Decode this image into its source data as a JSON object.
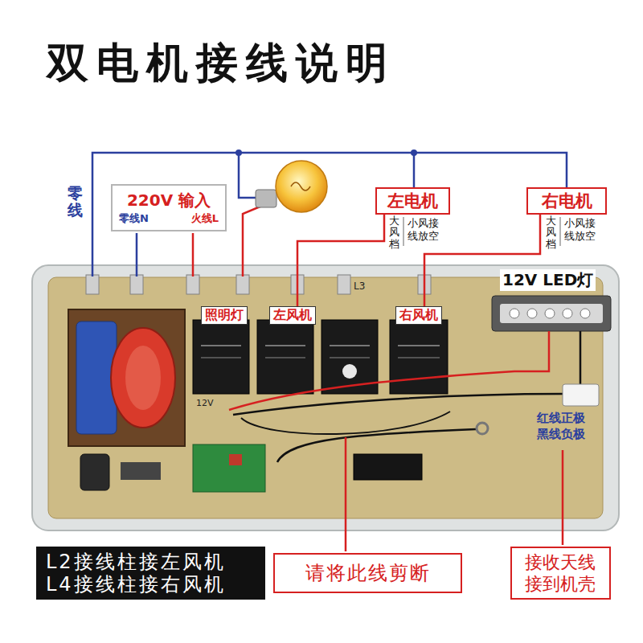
{
  "diagram": {
    "title": "双电机接线说明",
    "nodes": [
      {
        "text": [
          "220V 输入",
          "零线N",
          "火线L"
        ]
      },
      {
        "text": [
          "左电机"
        ]
      },
      {
        "text": [
          "右电机"
        ]
      },
      {
        "text": [
          "照明灯"
        ]
      },
      {
        "text": [
          "左风机"
        ]
      },
      {
        "text": [
          "右风机"
        ]
      },
      {
        "text": [
          "L2接线柱接左风机",
          "L4接线柱接右风机"
        ]
      },
      {
        "text": [
          "请将此线剪断"
        ]
      },
      {
        "text": [
          "接收天线 接到机壳"
        ]
      }
    ],
    "edges": [
      {
        "from": 1,
        "to": 4,
        "arrow": "none"
      },
      {
        "from": 2,
        "to": 5,
        "arrow": "none"
      }
    ],
    "labels": [
      "零线",
      "大风档",
      "小风接线放空",
      "大风档",
      "小风接线放空",
      "12V LED灯",
      "红线正极",
      "黑线负极",
      "12V",
      "L3"
    ]
  }
}
